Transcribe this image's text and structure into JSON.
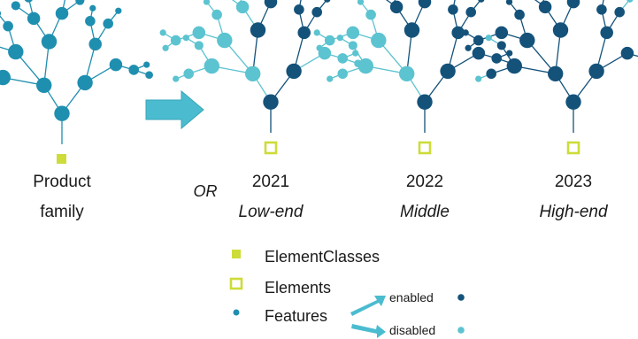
{
  "colors": {
    "family": "#1f8fb0",
    "enabled": "#14527a",
    "disabled": "#5cc3d0",
    "element_class": "#cddc39",
    "arrow": "#4bbcd0"
  },
  "diagram": {
    "family_label_line1": "Product",
    "family_label_line2": "family",
    "or_label": "OR",
    "configs": [
      {
        "year": "2021",
        "tier": "Low-end"
      },
      {
        "year": "2022",
        "tier": "Middle"
      },
      {
        "year": "2023",
        "tier": "High-end"
      }
    ]
  },
  "legend": {
    "element_classes": "ElementClasses",
    "elements": "Elements",
    "features": "Features",
    "enabled": "enabled",
    "disabled": "disabled"
  }
}
